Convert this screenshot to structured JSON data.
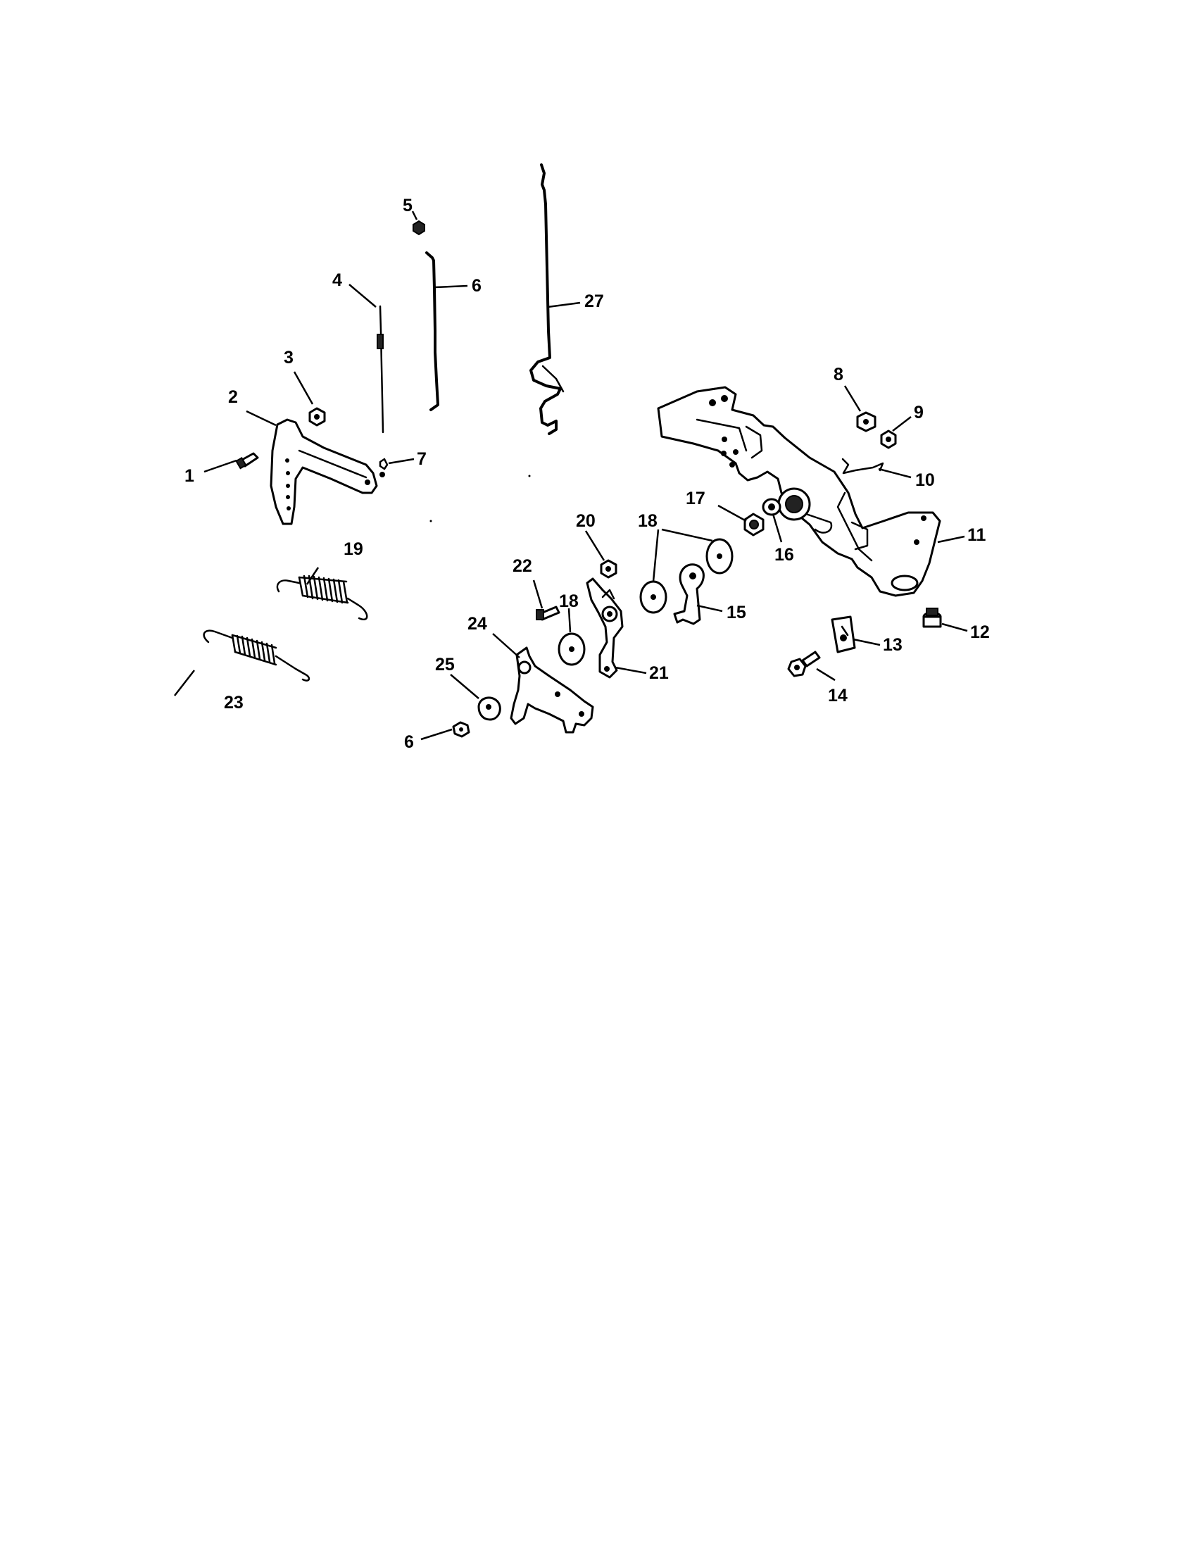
{
  "diagram": {
    "callouts": [
      {
        "id": "c1",
        "label": "1"
      },
      {
        "id": "c2",
        "label": "2"
      },
      {
        "id": "c3",
        "label": "3"
      },
      {
        "id": "c4",
        "label": "4"
      },
      {
        "id": "c5",
        "label": "5"
      },
      {
        "id": "c6a",
        "label": "6"
      },
      {
        "id": "c6b",
        "label": "6"
      },
      {
        "id": "c7",
        "label": "7"
      },
      {
        "id": "c8",
        "label": "8"
      },
      {
        "id": "c9",
        "label": "9"
      },
      {
        "id": "c10",
        "label": "10"
      },
      {
        "id": "c11",
        "label": "11"
      },
      {
        "id": "c12",
        "label": "12"
      },
      {
        "id": "c13",
        "label": "13"
      },
      {
        "id": "c14",
        "label": "14"
      },
      {
        "id": "c15",
        "label": "15"
      },
      {
        "id": "c16",
        "label": "16"
      },
      {
        "id": "c17",
        "label": "17"
      },
      {
        "id": "c18a",
        "label": "18"
      },
      {
        "id": "c18b",
        "label": "18"
      },
      {
        "id": "c19",
        "label": "19"
      },
      {
        "id": "c20",
        "label": "20"
      },
      {
        "id": "c21",
        "label": "21"
      },
      {
        "id": "c22",
        "label": "22"
      },
      {
        "id": "c23",
        "label": "23"
      },
      {
        "id": "c24",
        "label": "24"
      },
      {
        "id": "c25",
        "label": "25"
      },
      {
        "id": "c27",
        "label": "27"
      }
    ]
  }
}
